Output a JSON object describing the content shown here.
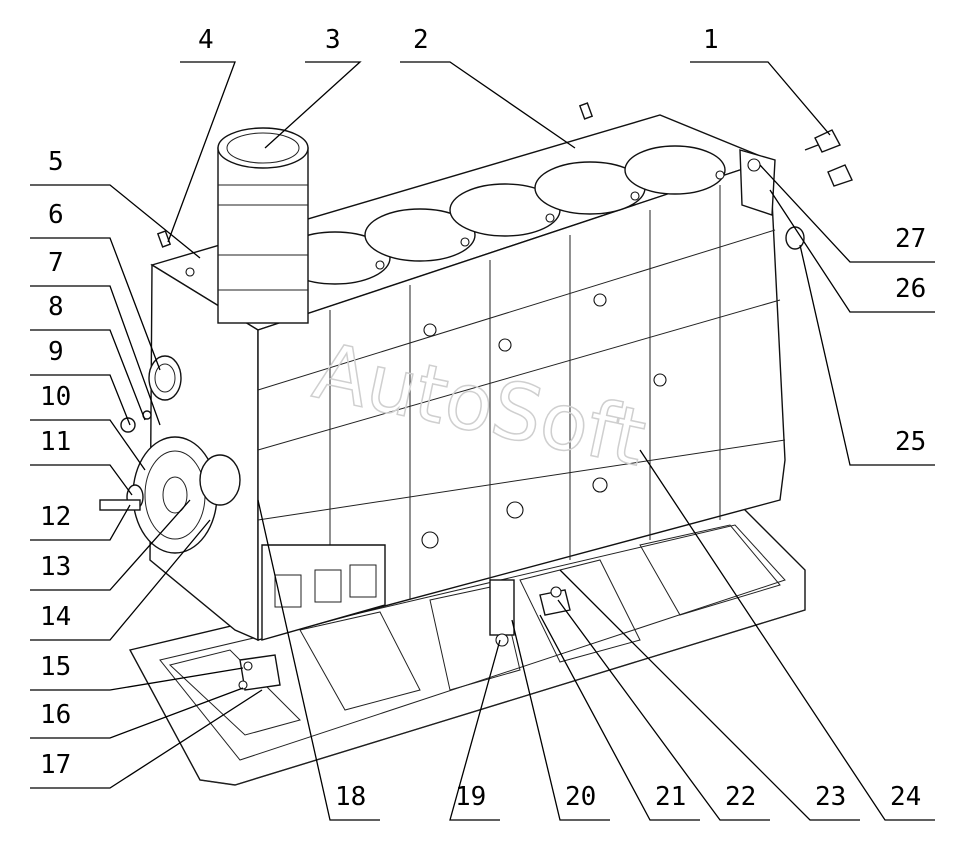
{
  "watermark": "AutoSoft",
  "callouts": [
    {
      "id": "1"
    },
    {
      "id": "2"
    },
    {
      "id": "3"
    },
    {
      "id": "4"
    },
    {
      "id": "5"
    },
    {
      "id": "6"
    },
    {
      "id": "7"
    },
    {
      "id": "8"
    },
    {
      "id": "9"
    },
    {
      "id": "10"
    },
    {
      "id": "11"
    },
    {
      "id": "12"
    },
    {
      "id": "13"
    },
    {
      "id": "14"
    },
    {
      "id": "15"
    },
    {
      "id": "16"
    },
    {
      "id": "17"
    },
    {
      "id": "18"
    },
    {
      "id": "19"
    },
    {
      "id": "20"
    },
    {
      "id": "21"
    },
    {
      "id": "22"
    },
    {
      "id": "23"
    },
    {
      "id": "24"
    },
    {
      "id": "25"
    },
    {
      "id": "26"
    },
    {
      "id": "27"
    }
  ]
}
